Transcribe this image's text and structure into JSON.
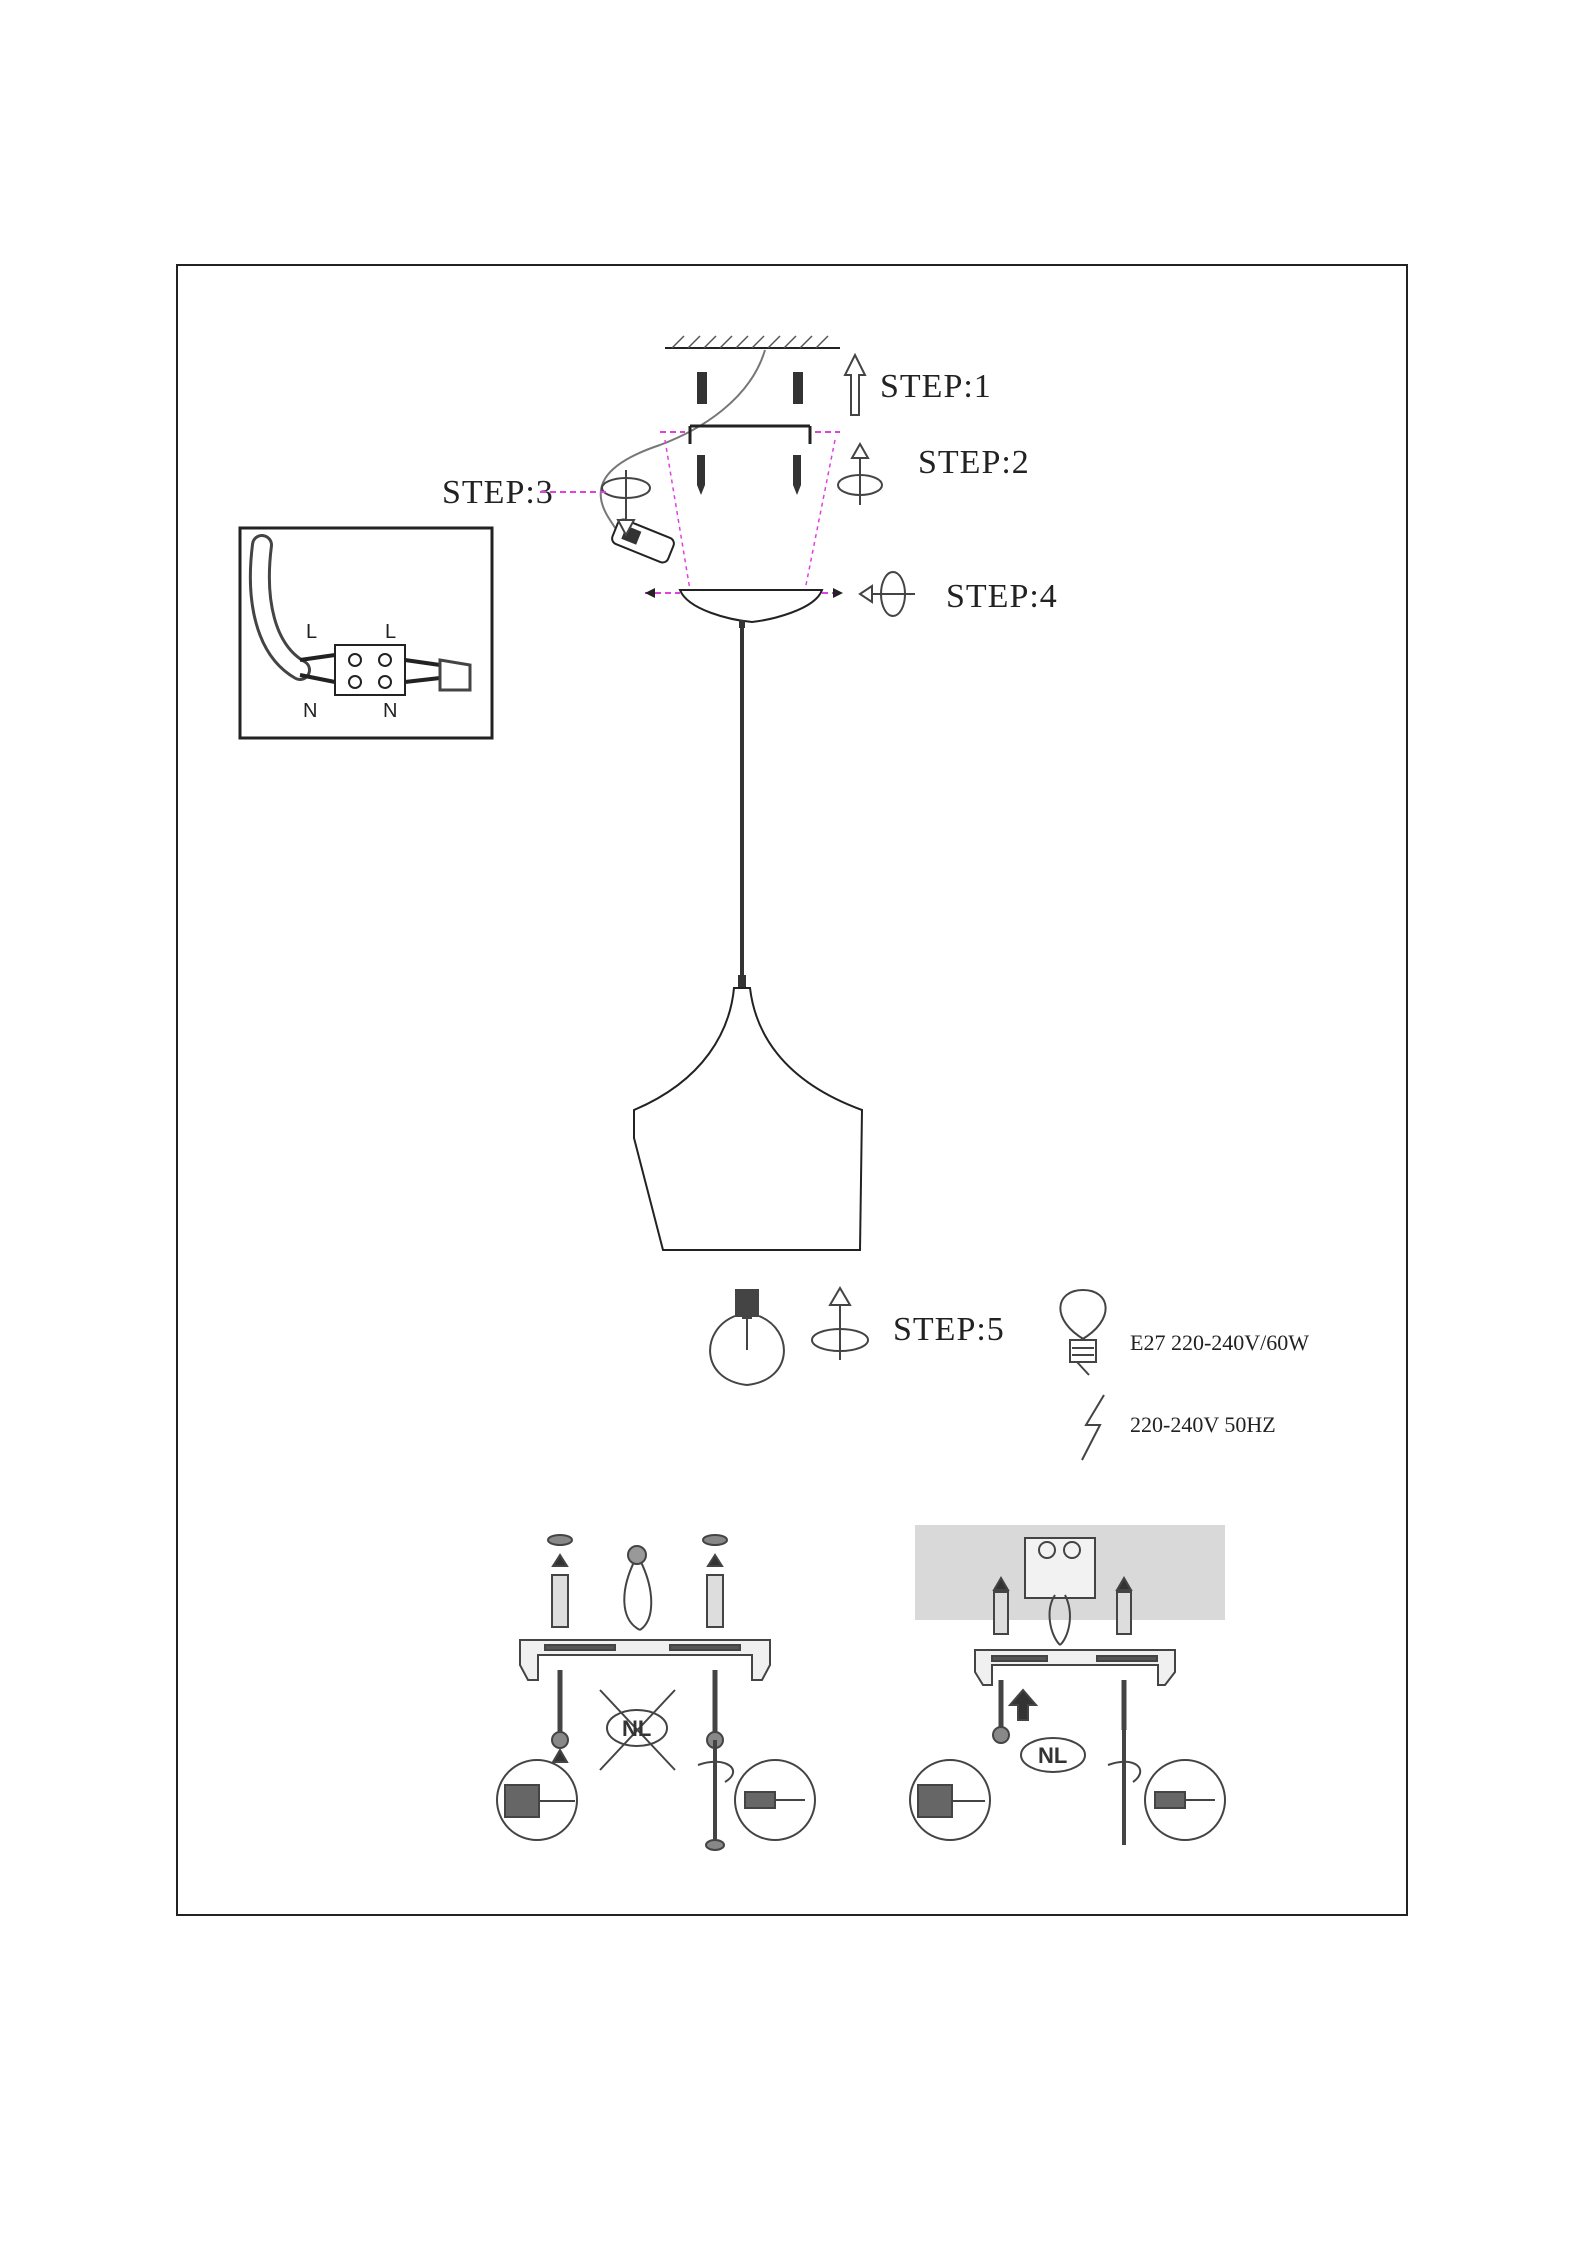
{
  "steps": {
    "step1": "STEP:1",
    "step2": "STEP:2",
    "step3": "STEP:3",
    "step4": "STEP:4",
    "step5": "STEP:5"
  },
  "wiring_inset": {
    "live_left": "L",
    "live_right": "L",
    "neutral_left": "N",
    "neutral_right": "N"
  },
  "specs": {
    "bulb": "E27 220-240V/60W",
    "power": "220-240V 50HZ"
  },
  "fitting_panels": {
    "left_badge": "NL",
    "right_badge": "NL"
  },
  "colors": {
    "guide_line": "#e040e0",
    "ink": "#222222",
    "ceiling_fill": "#d9d9d9"
  },
  "icons": [
    "arrow-up-icon",
    "rotate-icon",
    "bulb-icon",
    "lightning-icon",
    "screw-icon",
    "drill-icon",
    "screwdriver-icon"
  ]
}
